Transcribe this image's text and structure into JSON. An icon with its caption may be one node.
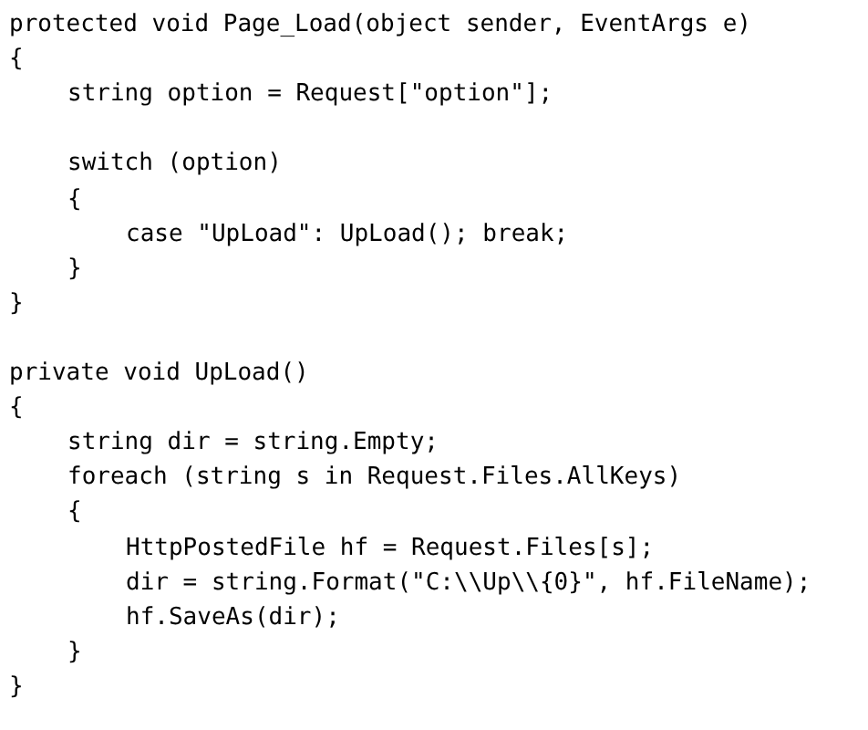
{
  "diagram": {
    "labels": [
      "protected void Page_Load(object sender, EventArgs e)",
      "{",
      "string option = Request[\"option\"];",
      "switch (option)",
      "{",
      "case \"UpLoad\": UpLoad(); break;",
      "}",
      "}",
      "private void UpLoad()",
      "{",
      "string dir = string.Empty;",
      "foreach (string s in Request.Files.AllKeys)",
      "{",
      "HttpPostedFile hf = Request.Files[s];",
      "dir = string.Format(\"C:\\\\Up\\\\{0}\", hf.FileName);",
      "hf.SaveAs(dir);",
      "}",
      "}"
    ]
  }
}
